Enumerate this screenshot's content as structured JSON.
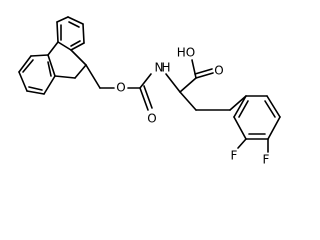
{
  "molecule": {
    "atom_labels": {
      "hydroxyl": "HO",
      "amide_n": "N",
      "amide_h": "H",
      "carbamate_o": "O",
      "carbonyl_o_acid": "O",
      "carbonyl_o_carbamate": "O",
      "fluoro_2": "F",
      "fluoro_3": "F"
    }
  }
}
